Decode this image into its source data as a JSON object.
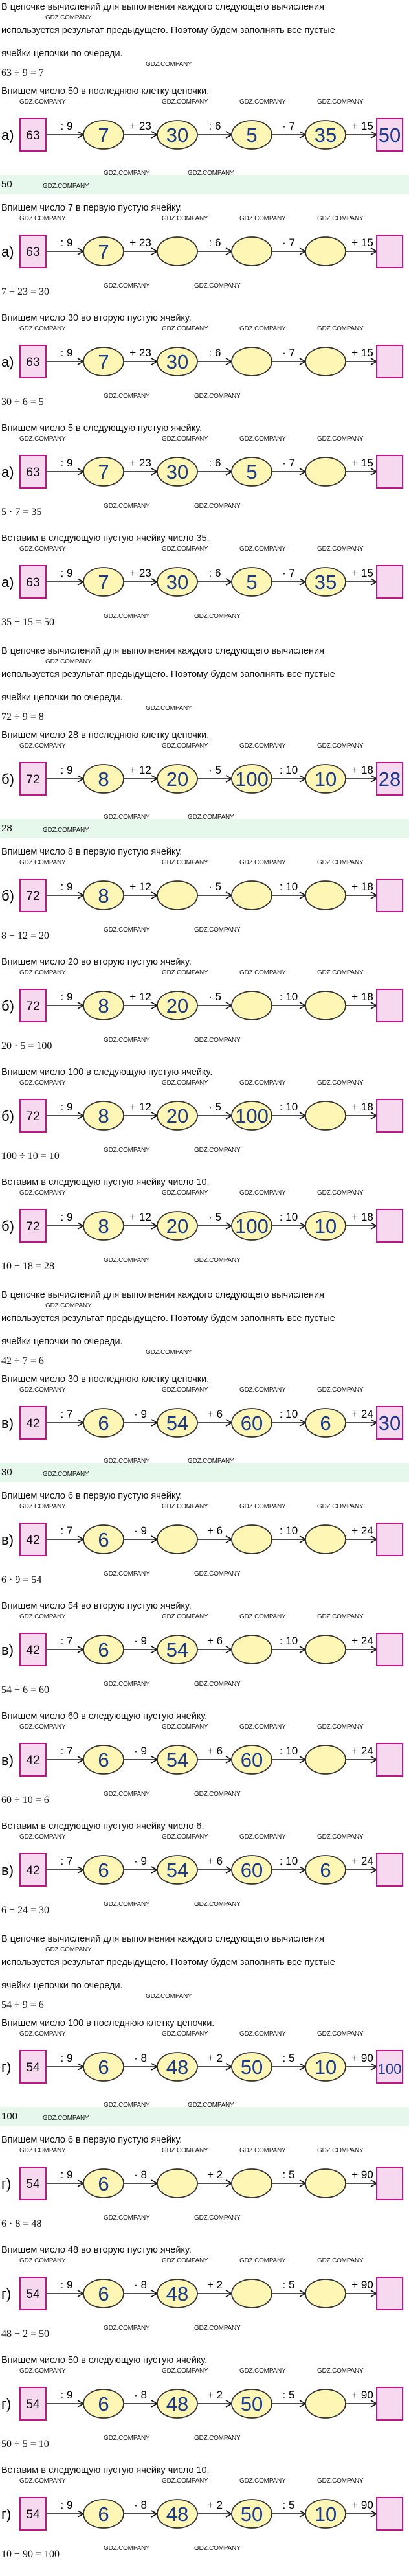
{
  "intro": "В цепочке вычислений для выполнения каждого следующего вычисления используется результат предыдущего. Поэтому будем заполнять все пустые ячейки цепочки по очереди.",
  "watermark": "GDZ.COMPANY",
  "colors": {
    "oval_fill": "#fdf6b4",
    "box_fill": "#f6d8ef",
    "box_stroke": "#c2138a",
    "separator": "#e6f7ec",
    "blue_digit": "#1a3a8f"
  },
  "sections": [
    {
      "label": "а)",
      "start": "63",
      "ops": [
        ": 9",
        "+ 23",
        ": 6",
        "· 7",
        "+ 15"
      ],
      "values": [
        "7",
        "30",
        "5",
        "35",
        "50"
      ],
      "answer": "50",
      "intro_eq": "63 ÷ 9 = 7",
      "final_text": "Впишем число 50 в последнюю клетку цепочки.",
      "steps": [
        {
          "text": "Впишем число 7 в первую пустую ячейку.",
          "eq": "7 + 23 = 30"
        },
        {
          "text": "Впишем число 30 во вторую пустую ячейку.",
          "eq": "30 ÷ 6 = 5"
        },
        {
          "text": "Впишем число 5 в следующую пустую ячейку.",
          "eq": "5 · 7 = 35"
        },
        {
          "text": "Вставим в следующую пустую ячейку число 35.",
          "eq": "35 + 15 = 50"
        }
      ]
    },
    {
      "label": "б)",
      "start": "72",
      "ops": [
        ": 9",
        "+ 12",
        "· 5",
        ": 10",
        "+ 18"
      ],
      "values": [
        "8",
        "20",
        "100",
        "10",
        "28"
      ],
      "answer": "28",
      "intro_eq": "72 ÷ 9 = 8",
      "final_text": "Впишем число 28 в последнюю клетку цепочки.",
      "steps": [
        {
          "text": "Впишем число 8 в первую пустую ячейку.",
          "eq": "8 + 12 = 20"
        },
        {
          "text": "Впишем число 20 во вторую пустую ячейку.",
          "eq": "20 · 5 = 100"
        },
        {
          "text": "Впишем число 100 в следующую пустую ячейку.",
          "eq": "100 ÷ 10 = 10"
        },
        {
          "text": "Вставим в следующую пустую ячейку число 10.",
          "eq": "10 + 18 = 28"
        }
      ]
    },
    {
      "label": "в)",
      "start": "42",
      "ops": [
        ": 7",
        "· 9",
        "+ 6",
        ": 10",
        "+ 24"
      ],
      "values": [
        "6",
        "54",
        "60",
        "6",
        "30"
      ],
      "answer": "30",
      "intro_eq": "42 ÷ 7 = 6",
      "final_text": "Впишем число 30 в последнюю клетку цепочки.",
      "steps": [
        {
          "text": "Впишем число 6 в первую пустую ячейку.",
          "eq": "6 · 9 = 54"
        },
        {
          "text": "Впишем число 54 во вторую пустую ячейку.",
          "eq": "54 + 6 = 60"
        },
        {
          "text": "Впишем число 60 в следующую пустую ячейку.",
          "eq": "60 ÷ 10 = 6"
        },
        {
          "text": "Вставим в следующую пустую ячейку число 6.",
          "eq": "6 + 24 = 30"
        }
      ]
    },
    {
      "label": "г)",
      "start": "54",
      "ops": [
        ": 9",
        "· 8",
        "+ 2",
        ": 5",
        "+ 90"
      ],
      "values": [
        "6",
        "48",
        "50",
        "10",
        "100"
      ],
      "answer": "100",
      "intro_eq": "54 ÷ 9 = 6",
      "final_text": "Впишем число 100 в последнюю клетку цепочки.",
      "steps": [
        {
          "text": "Впишем число 6 в первую пустую ячейку.",
          "eq": "6 · 8 = 48"
        },
        {
          "text": "Впишем число 48 во вторую пустую ячейку.",
          "eq": "48 + 2 = 50"
        },
        {
          "text": "Впишем число 50 в следующую пустую ячейку.",
          "eq": "50 ÷ 5 = 10"
        },
        {
          "text": "Вставим в следующую пустую ячейку число 10.",
          "eq": "10 + 90 = 100"
        }
      ]
    }
  ]
}
